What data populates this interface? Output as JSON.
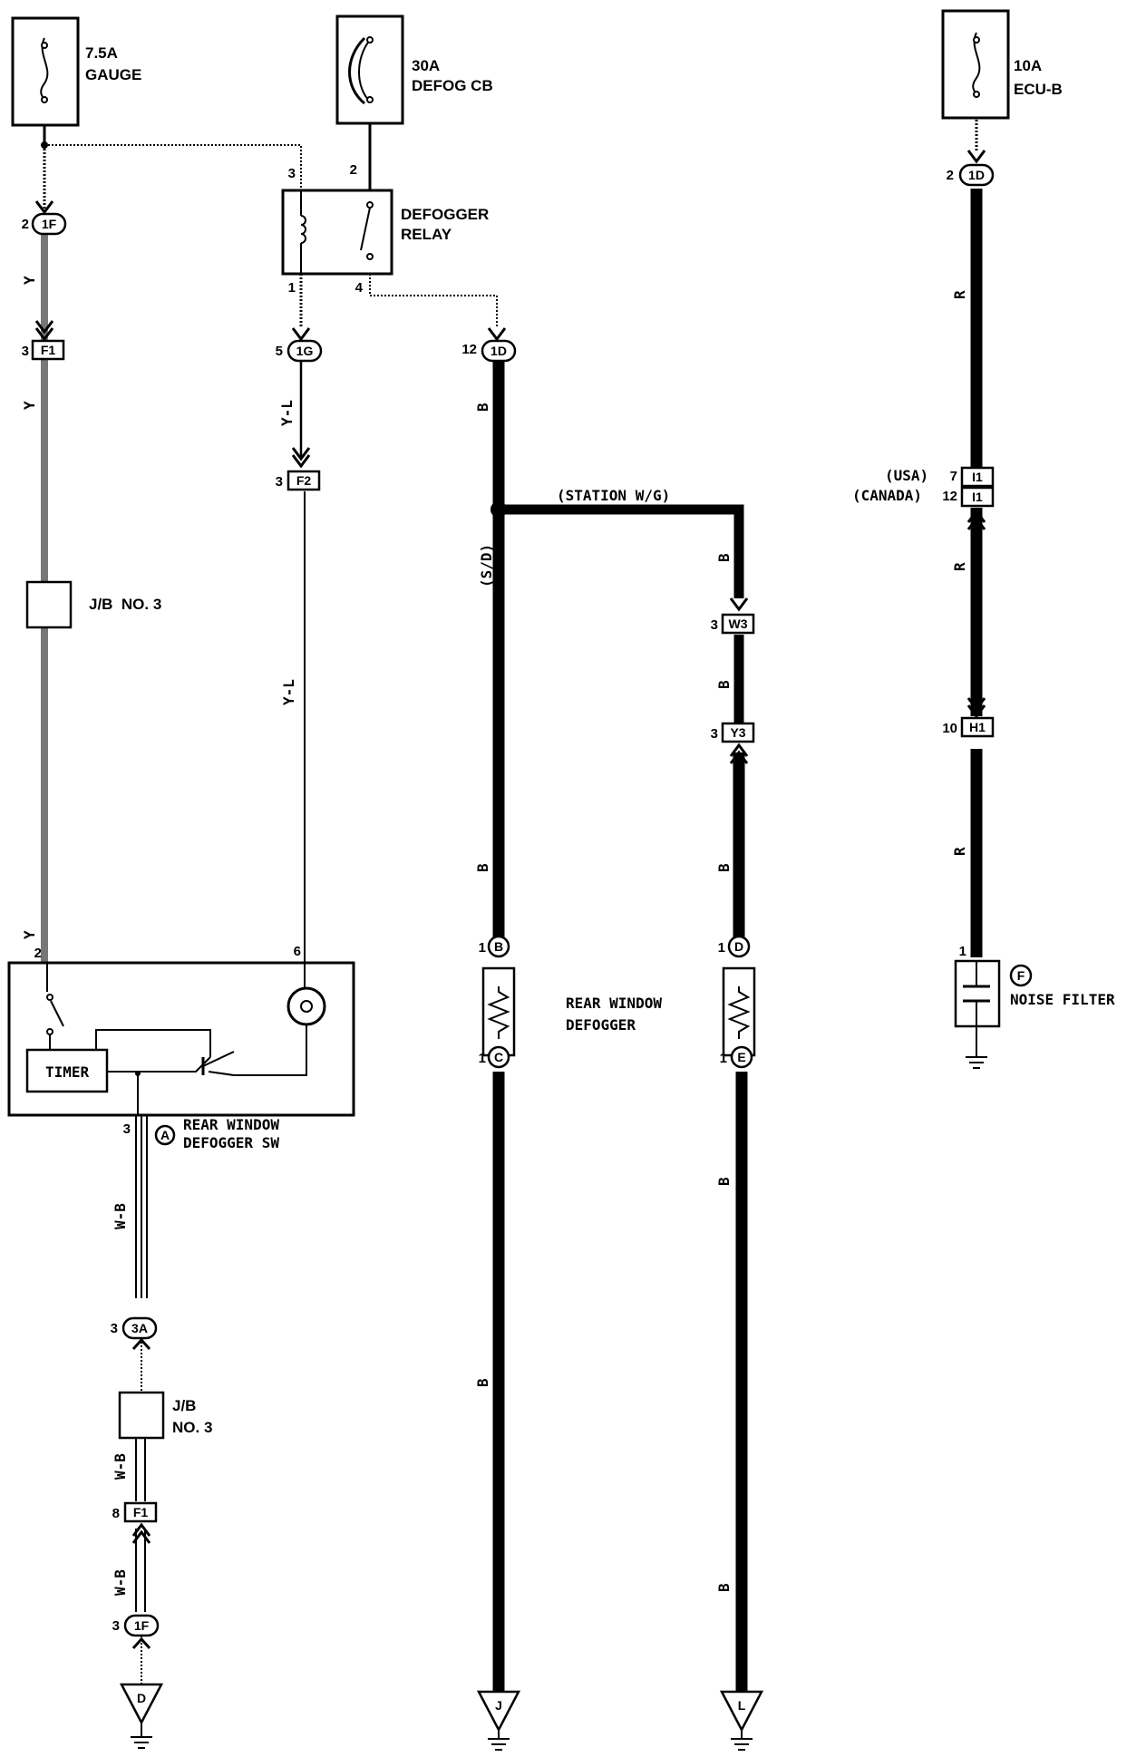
{
  "components": {
    "gauge_fuse": {
      "rating": "7.5A",
      "name": "GAUGE"
    },
    "defog_cb": {
      "rating": "30A",
      "name": "DEFOG CB"
    },
    "ecu_fuse": {
      "rating": "10A",
      "name": "ECU-B"
    },
    "relay": {
      "line1": "DEFOGGER",
      "line2": "RELAY"
    },
    "jb_upper": "J/B  NO. 3",
    "jb_lower": {
      "line1": "J/B",
      "line2": "NO. 3"
    },
    "switch": {
      "letter": "A",
      "line1": "REAR WINDOW",
      "line2": "DEFOGGER SW",
      "timer": "TIMER"
    },
    "defogger": {
      "line1": "REAR WINDOW",
      "line2": "DEFOGGER"
    },
    "noise_filter": {
      "letter": "F",
      "name": "NOISE FILTER"
    },
    "variant_station": "(STATION W/G)",
    "variant_sd": "(S/D)",
    "variant_usa": "(USA)",
    "variant_canada": "(CANADA)"
  },
  "connectors": {
    "c1f_top": "1F",
    "cf1_top": "F1",
    "c1g": "1G",
    "cf2": "F2",
    "c1d_mid": "1D",
    "c1d_right": "1D",
    "ci1_a": "I1",
    "ci1_b": "I1",
    "ch1": "H1",
    "cw3": "W3",
    "cy3": "Y3",
    "cb": "B",
    "cc": "C",
    "cd": "D",
    "ce": "E",
    "c3a": "3A",
    "cf1_bot": "F1",
    "c1f_bot": "1F",
    "gnd_d": "D",
    "gnd_j": "J",
    "gnd_l": "L"
  },
  "pins": {
    "p_1f_top": "2",
    "p_f1_top": "3",
    "p_relay_3": "3",
    "p_relay_2": "2",
    "p_relay_1": "1",
    "p_relay_4": "4",
    "p_1g": "5",
    "p_f2": "3",
    "p_1d_mid": "12",
    "p_1d_right": "2",
    "p_i1_usa": "7",
    "p_i1_can": "12",
    "p_h1": "10",
    "p_w3": "3",
    "p_y3": "3",
    "p_b": "1",
    "p_c": "1",
    "p_d": "1",
    "p_e": "1",
    "p_sw_2": "2",
    "p_sw_6": "6",
    "p_sw_3": "3",
    "p_3a": "3",
    "p_f1_bot": "8",
    "p_1f_bot": "3",
    "p_filter": "1"
  },
  "wire_colors": {
    "y": "Y",
    "yl": "Y-L",
    "b": "B",
    "r": "R",
    "wb": "W-B"
  }
}
